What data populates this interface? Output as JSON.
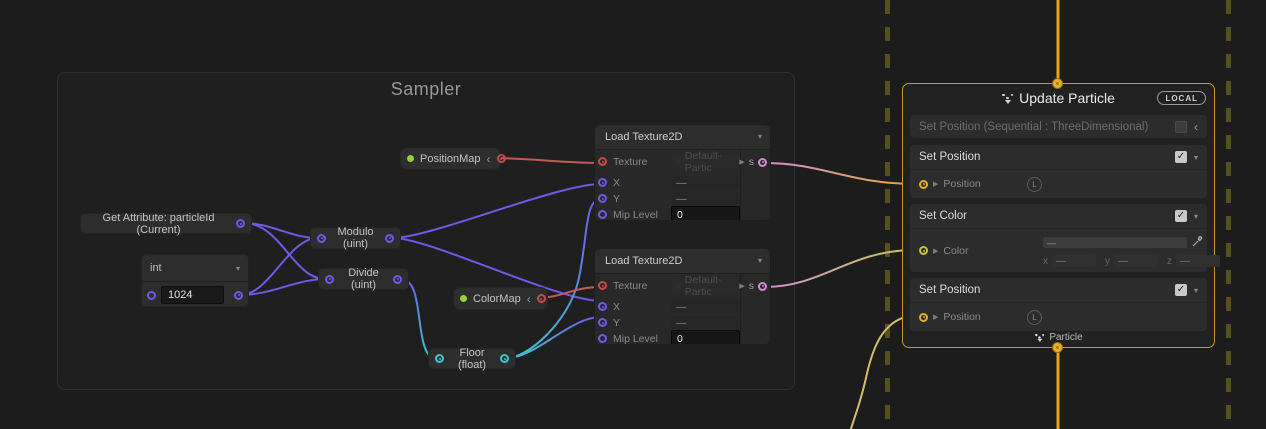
{
  "group": {
    "title": "Sampler"
  },
  "nodes": {
    "get_attribute": {
      "label": "Get Attribute: particleId (Current)"
    },
    "int_node": {
      "type_label": "int",
      "value": "1024"
    },
    "modulo": {
      "label": "Modulo (uint)"
    },
    "divide": {
      "label": "Divide (uint)"
    },
    "floor": {
      "label": "Floor (float)"
    },
    "position_map": {
      "label": "PositionMap"
    },
    "color_map": {
      "label": "ColorMap"
    },
    "load_texture_1": {
      "title": "Load Texture2D",
      "output_label": "s",
      "rows": [
        {
          "label": "Texture",
          "value": "Default-Partic"
        },
        {
          "label": "X",
          "value": "—"
        },
        {
          "label": "Y",
          "value": "—"
        },
        {
          "label": "Mip Level",
          "value": "0"
        }
      ]
    },
    "load_texture_2": {
      "title": "Load Texture2D",
      "output_label": "s",
      "rows": [
        {
          "label": "Texture",
          "value": "Default-Partic"
        },
        {
          "label": "X",
          "value": "—"
        },
        {
          "label": "Y",
          "value": "—"
        },
        {
          "label": "Mip Level",
          "value": "0"
        }
      ]
    }
  },
  "context": {
    "title": "Update Particle",
    "badge": "LOCAL",
    "footer": "Particle",
    "blocks": {
      "disabled": {
        "label": "Set Position (Sequential : ThreeDimensional)"
      },
      "set_position_1": {
        "label": "Set Position",
        "port_label": "Position",
        "space_badge": "L"
      },
      "set_color": {
        "label": "Set Color",
        "port_label": "Color",
        "swatch_value": "—",
        "axis_fields": [
          {
            "axis": "x",
            "value": "—"
          },
          {
            "axis": "y",
            "value": "—"
          },
          {
            "axis": "z",
            "value": "—"
          }
        ]
      },
      "set_position_2": {
        "label": "Set Position",
        "port_label": "Position",
        "space_badge": "L"
      }
    }
  },
  "colors": {
    "flow_edge": "#e8a21e",
    "context_border": "#c8962e",
    "edge_uint": "#6e5ae8",
    "edge_texture": "#c45a5a",
    "edge_float": "#3cc8d2",
    "edge_sample": "#d88cd8",
    "edge_position": "#e0a828",
    "edge_color": "#c0c84a",
    "edge_offscreen": "#d8bc6a",
    "parameter_dot": "#96d232",
    "system_dash": "#564f20"
  }
}
